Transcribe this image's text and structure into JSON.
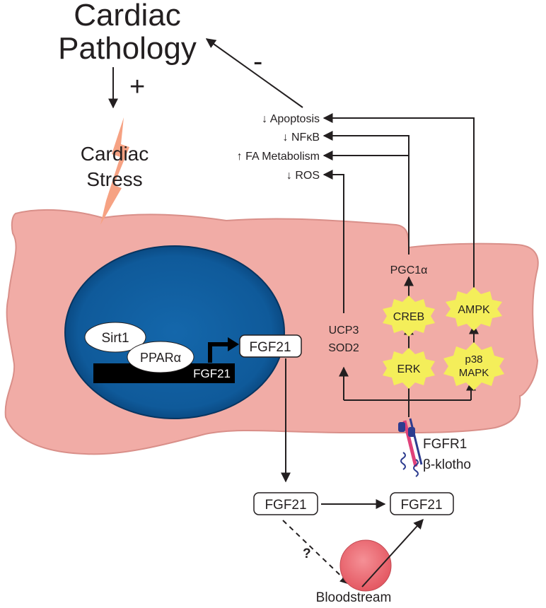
{
  "title": {
    "line1": "Cardiac",
    "line2": "Pathology"
  },
  "signs": {
    "plus": "+",
    "minus": "-",
    "question": "?"
  },
  "stress": {
    "line1": "Cardiac",
    "line2": "Stress"
  },
  "effects": {
    "apoptosis": "↓ Apoptosis",
    "nfkb": "↓ NFκB",
    "fa_metabolism": "↑ FA Metabolism",
    "ros": "↓ ROS"
  },
  "nucleus": {
    "sirt1": "Sirt1",
    "ppar": "PPARα",
    "gene": "FGF21"
  },
  "proteins": {
    "fgf21_cell": "FGF21",
    "fgf21_out": "FGF21",
    "fgf21_target": "FGF21"
  },
  "pathway": {
    "pgc1a": "PGC1α",
    "creb": "CREB",
    "erk": "ERK",
    "ampk": "AMPK",
    "p38_line1": "p38",
    "p38_line2": "MAPK",
    "ucp3": "UCP3",
    "sod2": "SOD2"
  },
  "receptor": {
    "line1": "FGFR1",
    "line2": "β-klotho"
  },
  "bloodstream": "Bloodstream",
  "colors": {
    "cell": "#f1aca6",
    "cell_edge": "#d98f89",
    "nucleus": "#0f5a9a",
    "nucleus_dark": "#073e72",
    "starburst": "#f4ee5a",
    "lightning": "#f6a283",
    "blood": "#ee6e74",
    "dna": "#000000"
  }
}
